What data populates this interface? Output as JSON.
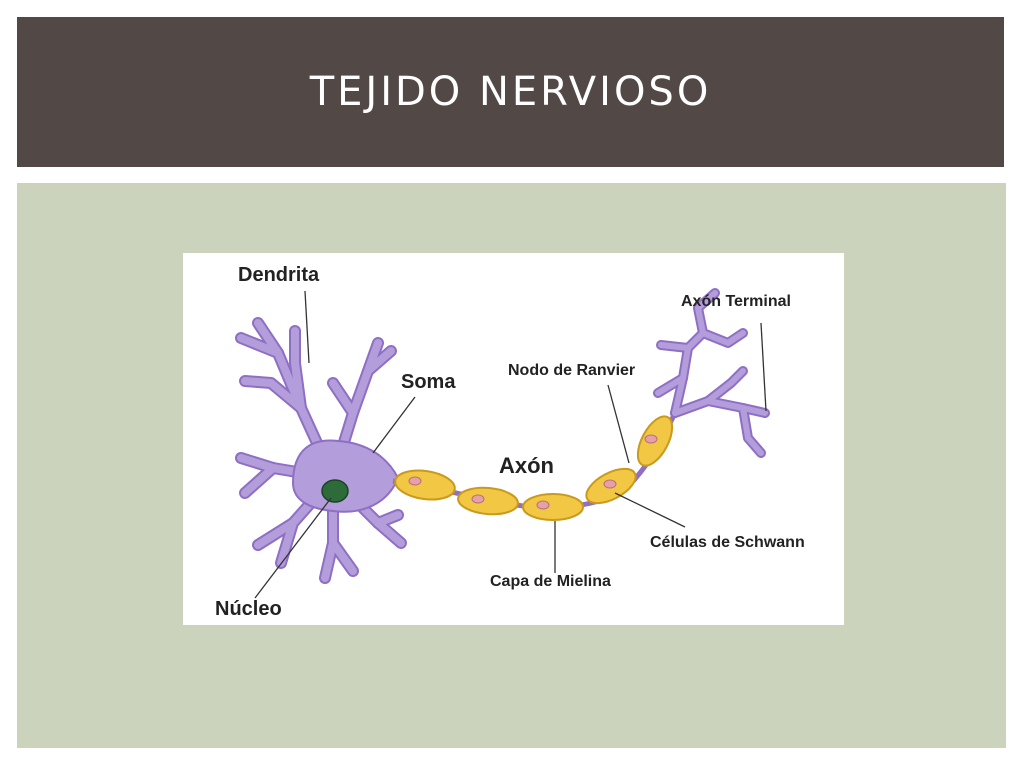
{
  "slide": {
    "title": "Tejido nervioso"
  },
  "diagram": {
    "labels": {
      "dendrita": "Dendrita",
      "soma": "Soma",
      "nucleo": "Núcleo",
      "axon": "Axón",
      "nodo_ranvier": "Nodo de Ranvier",
      "axon_terminal": "Axón Terminal",
      "celulas_schwann": "Células de Schwann",
      "capa_mielina": "Capa de Mielina"
    },
    "colors": {
      "neuron": "#b39ddb",
      "neuron_outline": "#8e6fc4",
      "myelin": "#f2c744",
      "myelin_outline": "#c99a1c",
      "schwann_nucleus": "#e8a0a8",
      "nucleus": "#2e6b3a",
      "leader_line": "#333333"
    }
  }
}
